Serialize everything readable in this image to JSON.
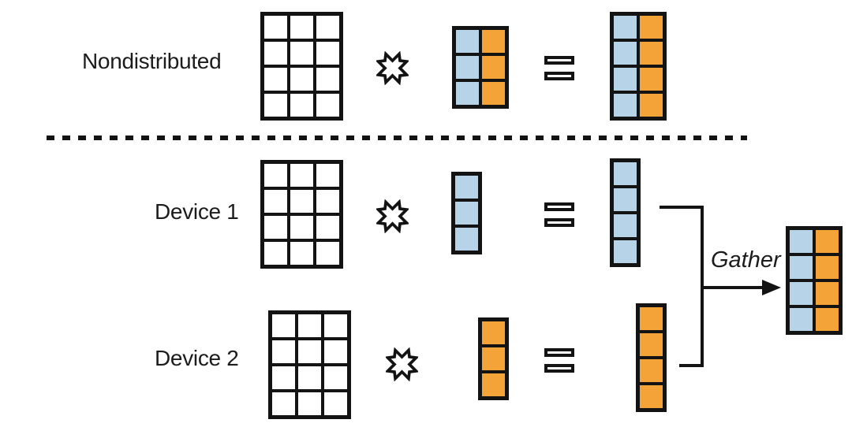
{
  "colors": {
    "background": "#ffffff",
    "line": "#131313",
    "text": "#1c1c1c",
    "cells": {
      "white": "#ffffff",
      "blue": "#b6d3e8",
      "orange": "#f4a339"
    }
  },
  "icons": {
    "multiply": "✕",
    "equals": "=",
    "gather-arrow": "→",
    "divider": "dashed-line"
  },
  "diagram": {
    "description_visible_text_only": "",
    "rows": [
      {
        "label": "Nondistributed",
        "input": {
          "rows": 4,
          "cols": 3,
          "columns": [
            "white",
            "white",
            "white"
          ]
        },
        "operator": "multiply",
        "operand": {
          "rows": 3,
          "cols": 2,
          "columns": [
            "blue",
            "orange"
          ]
        },
        "relation": "equals",
        "result": {
          "rows": 4,
          "cols": 2,
          "columns": [
            "blue",
            "orange"
          ]
        }
      },
      {
        "label": "Device 1",
        "input": {
          "rows": 4,
          "cols": 3,
          "columns": [
            "white",
            "white",
            "white"
          ]
        },
        "operator": "multiply",
        "operand": {
          "rows": 3,
          "cols": 1,
          "columns": [
            "blue"
          ]
        },
        "relation": "equals",
        "result": {
          "rows": 4,
          "cols": 1,
          "columns": [
            "blue"
          ]
        }
      },
      {
        "label": "Device 2",
        "input": {
          "rows": 4,
          "cols": 3,
          "columns": [
            "white",
            "white",
            "white"
          ]
        },
        "operator": "multiply",
        "operand": {
          "rows": 3,
          "cols": 1,
          "columns": [
            "orange"
          ]
        },
        "relation": "equals",
        "result": {
          "rows": 4,
          "cols": 1,
          "columns": [
            "orange"
          ]
        }
      }
    ],
    "gather": {
      "label": "Gather",
      "result": {
        "rows": 4,
        "cols": 2,
        "columns": [
          "blue",
          "orange"
        ]
      }
    }
  }
}
